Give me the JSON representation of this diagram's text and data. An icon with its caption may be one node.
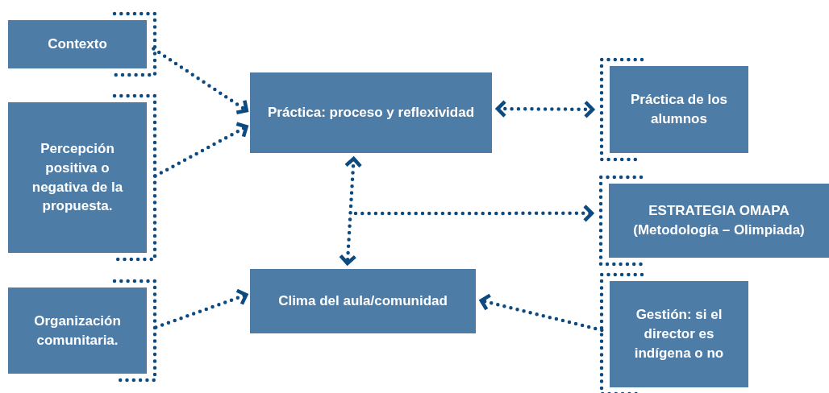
{
  "diagram": {
    "nodes": [
      {
        "text": [
          "Contexto"
        ]
      },
      {
        "text": [
          "Percepción positiva o negativa de la propuesta."
        ]
      },
      {
        "text": [
          "Organización comunitaria."
        ]
      },
      {
        "text": [
          "Práctica: proceso y reflexividad"
        ]
      },
      {
        "text": [
          "Clima del aula/comunidad"
        ]
      },
      {
        "text": [
          "Práctica de los alumnos"
        ]
      },
      {
        "text": [
          "ESTRATEGIA OMAPA (Metodología – Olimpiada)"
        ]
      },
      {
        "text": [
          "Gestión: si el director es indígena o no"
        ]
      }
    ],
    "edges": [
      {
        "from": 0,
        "to": 3,
        "arrow": "to"
      },
      {
        "from": 1,
        "to": 3,
        "arrow": "to"
      },
      {
        "from": 2,
        "to": 4,
        "arrow": "to"
      },
      {
        "from": 3,
        "to": 5,
        "arrow": "both"
      },
      {
        "from": 3,
        "to": 4,
        "arrow": "both"
      },
      {
        "from": null,
        "to": 6,
        "arrow": "to"
      },
      {
        "from": 7,
        "to": 4,
        "arrow": "to"
      }
    ]
  }
}
